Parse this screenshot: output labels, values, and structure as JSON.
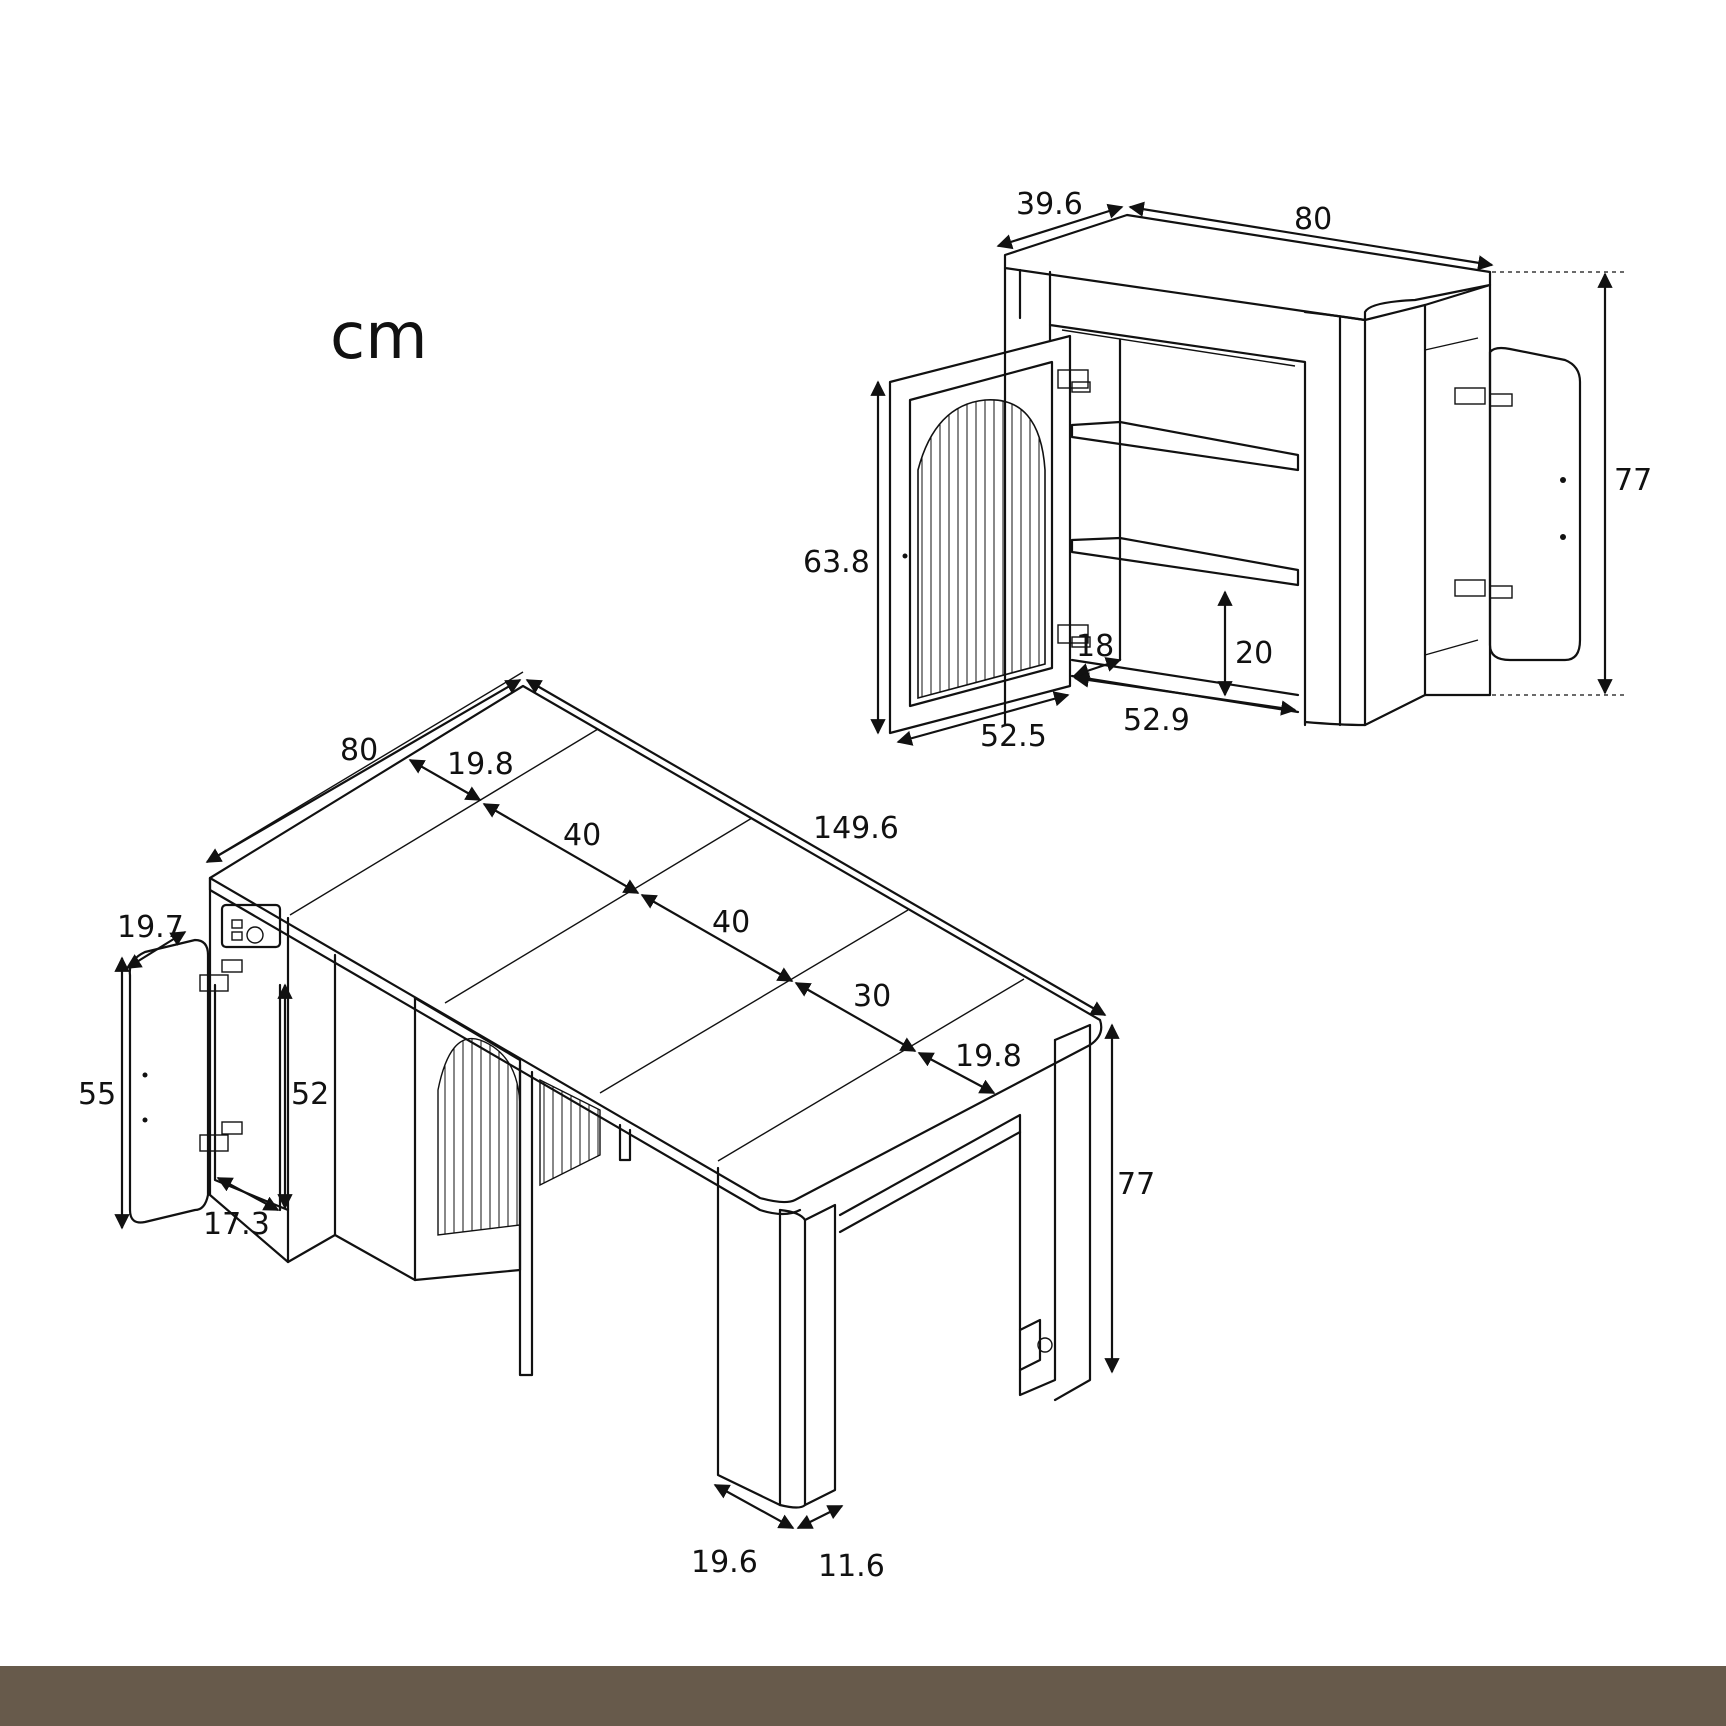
{
  "unit_label": "cm",
  "colors": {
    "line": "#111111",
    "footer": "#675a4b",
    "background": "#ffffff"
  },
  "cabinet": {
    "depth": "39.6",
    "width": "80",
    "height": "77",
    "door_height": "63.8",
    "door_width": "52.5",
    "shelf_gap": "20",
    "inner_depth": "18",
    "inner_width": "52.9"
  },
  "table": {
    "width": "80",
    "length": "149.6",
    "leaf_end_1": "19.8",
    "leaf_1": "40",
    "leaf_2": "40",
    "leaf_3": "30",
    "leaf_end_2": "19.8",
    "height": "77",
    "side_door_width": "19.7",
    "side_door_height": "55",
    "side_cabinet_height": "52",
    "side_cabinet_depth": "17.3",
    "leg_width": "19.6",
    "leg_depth": "11.6"
  }
}
